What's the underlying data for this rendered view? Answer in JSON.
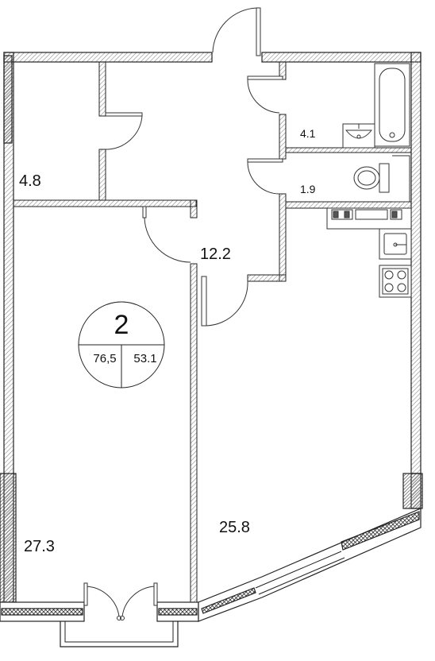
{
  "rooms": [
    {
      "id": "hall",
      "area": "4.8"
    },
    {
      "id": "bathroom",
      "area": "4.1"
    },
    {
      "id": "toilet",
      "area": "1.9"
    },
    {
      "id": "corridor",
      "area": "12.2"
    },
    {
      "id": "bedroom",
      "area": "27.3"
    },
    {
      "id": "living-kitchen",
      "area": "25.8"
    }
  ],
  "badge": {
    "rooms_count": "2",
    "total_area": "76,5",
    "living_area": "53.1"
  },
  "colors": {
    "wall_hatch": "#8a8a8a",
    "wall_stroke": "#222222",
    "fixture_stroke": "#333333",
    "background": "#ffffff"
  },
  "icons": [
    "bathtub-icon",
    "sink-icon",
    "toilet-icon",
    "kitchen-sink-icon",
    "stove-icon",
    "door-swing-icon"
  ]
}
